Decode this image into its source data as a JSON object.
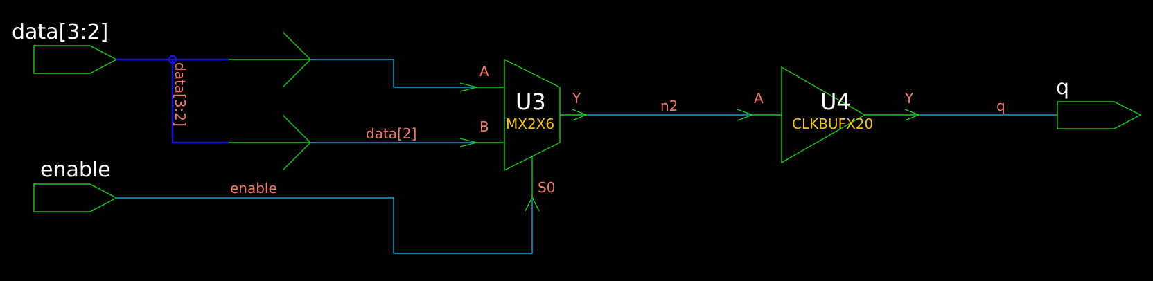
{
  "ports": {
    "data_in": "data[3:2]",
    "enable_in": "enable",
    "q_out": "q"
  },
  "nets": {
    "bus": "data[3:2]",
    "data2": "data[2]",
    "enable": "enable",
    "n2": "n2",
    "q": "q"
  },
  "instances": {
    "u3": {
      "name": "U3",
      "type": "MX2X6",
      "pin_a": "A",
      "pin_b": "B",
      "pin_s0": "S0",
      "pin_y": "Y"
    },
    "u4": {
      "name": "U4",
      "type": "CLKBUFX20",
      "pin_a": "A",
      "pin_y": "Y"
    }
  },
  "colors": {
    "background": "#000000",
    "component": "#1ec81e",
    "wire": "#1e9ed2",
    "bus": "#1414d2",
    "label": "#f07a6e",
    "cell_type": "#f2c318",
    "title": "#ffffff"
  }
}
